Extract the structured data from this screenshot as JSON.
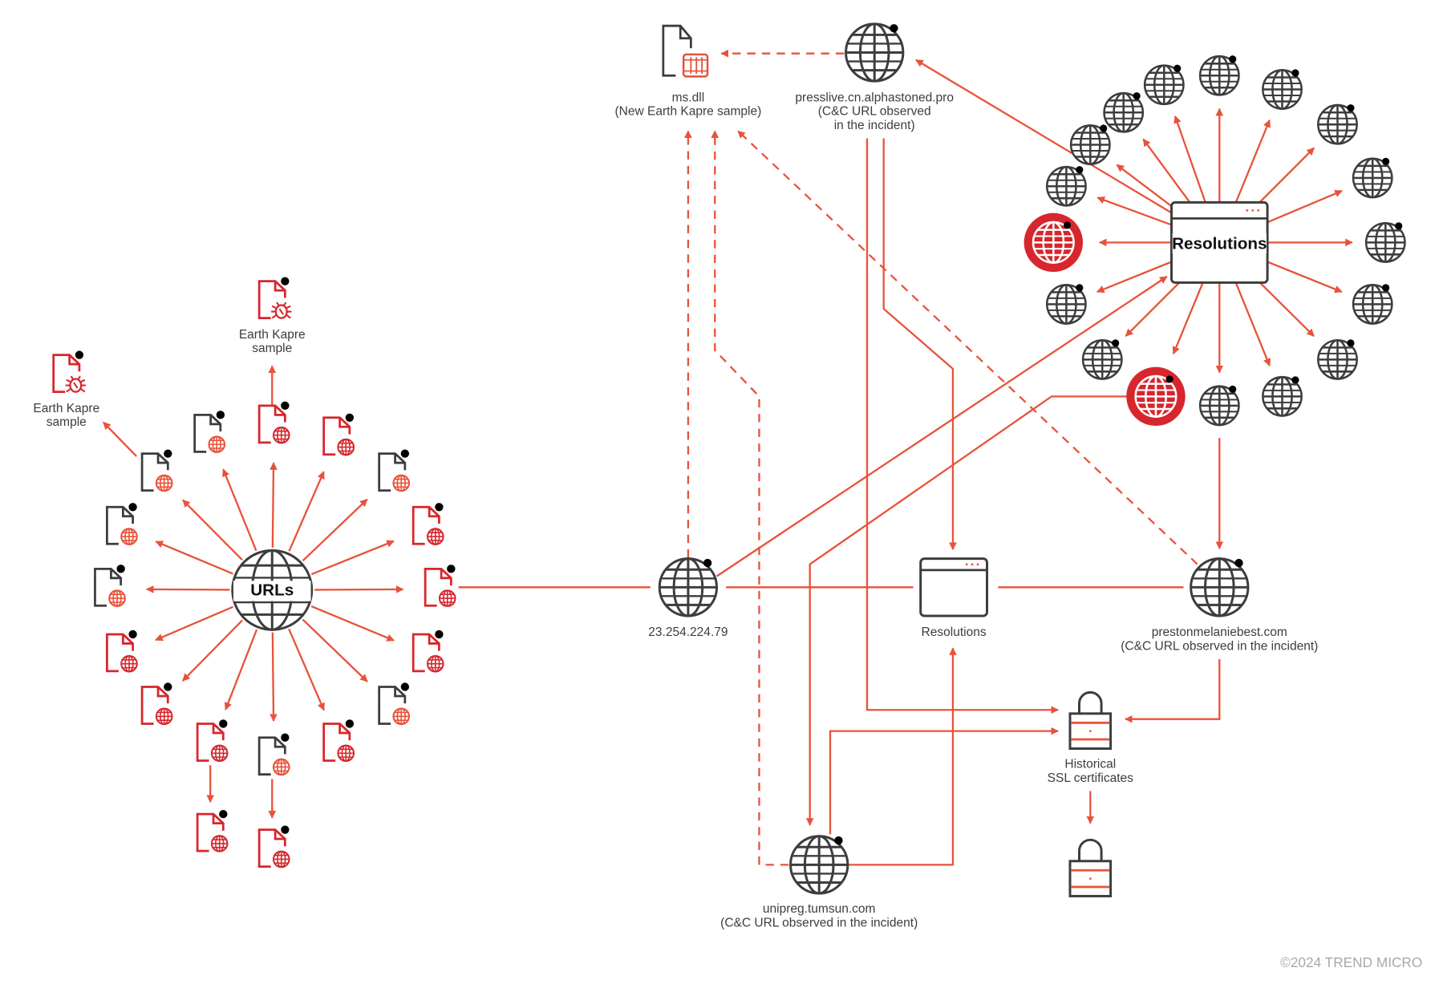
{
  "colors": {
    "line": "#e8523a",
    "red": "#d7262d",
    "gray": "#3d3d3d",
    "dot": "#000000"
  },
  "hub": {
    "label": "URLs"
  },
  "bug_samples": [
    {
      "line1": "Earth Kapre",
      "line2": "sample"
    },
    {
      "line1": "Earth Kapre",
      "line2": "sample"
    }
  ],
  "msdll": {
    "line1": "ms.dll",
    "line2": "(New Earth Kapre sample)"
  },
  "presslive": {
    "line1": "presslive.cn.alphastoned.pro",
    "line2": "(C&C URL observed",
    "line3": "in the incident)"
  },
  "ip": {
    "label": "23.254.224.79"
  },
  "resolutions_small": {
    "label": "Resolutions"
  },
  "resolutions_big": {
    "label": "Resolutions"
  },
  "preston": {
    "line1": "prestonmelaniebest.com",
    "line2": "(C&C URL observed in the incident)"
  },
  "unipreg": {
    "line1": "unipreg.tumsun.com",
    "line2": "(C&C URL observed in the incident)"
  },
  "ssl": {
    "line1": "Historical",
    "line2": "SSL certificates"
  },
  "copyright": "©2024 TREND MICRO",
  "url_files": [
    "gray",
    "red",
    "red",
    "gray",
    "red",
    "red",
    "red",
    "gray",
    "red",
    "gray",
    "red",
    "red",
    "red",
    "gray",
    "gray",
    "gray"
  ],
  "resolved_domains": [
    "normal",
    "normal",
    "normal",
    "normal",
    "normal",
    "normal",
    "normal",
    "normal",
    "normal",
    "normal",
    "malicious",
    "normal",
    "normal",
    "malicious",
    "normal",
    "normal",
    "normal"
  ]
}
